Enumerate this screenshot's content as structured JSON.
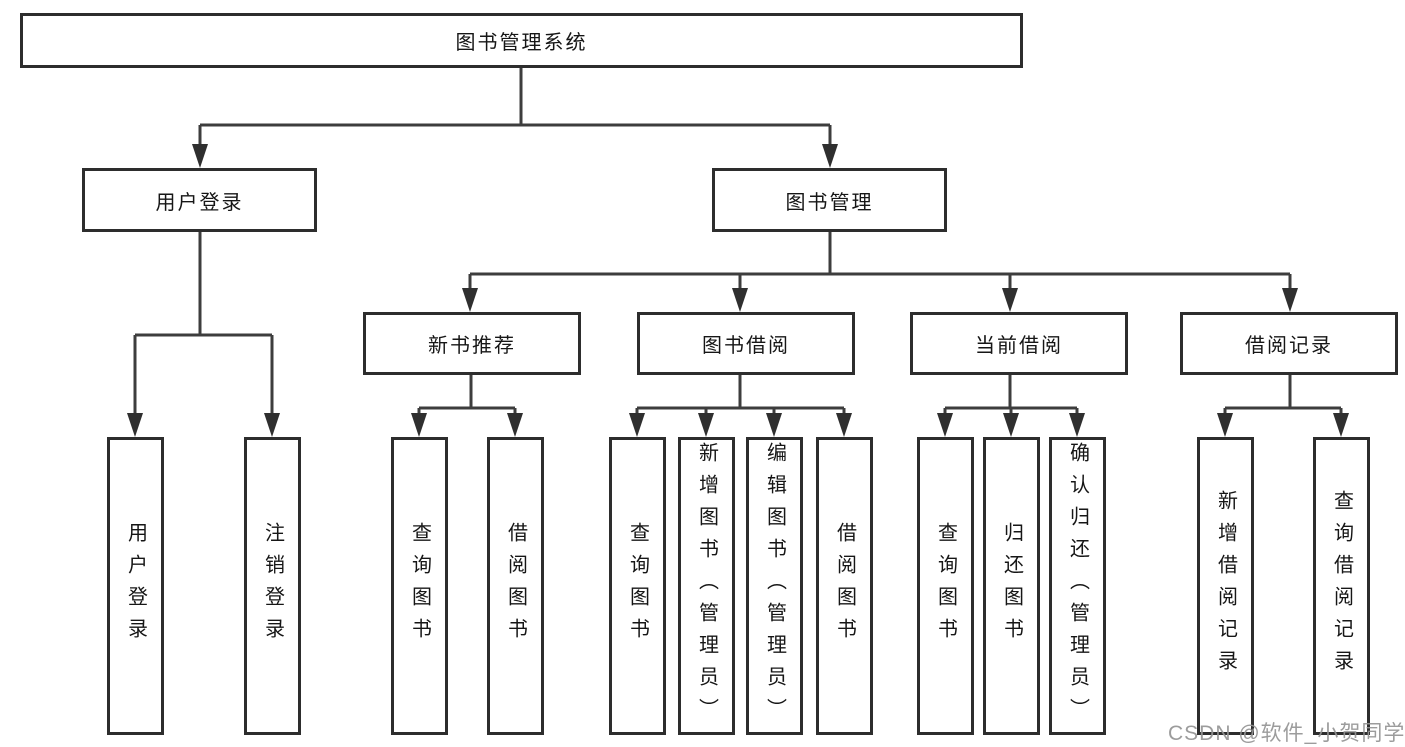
{
  "diagram": {
    "root": {
      "label": "图书管理系统"
    },
    "branches": [
      {
        "label": "用户登录",
        "children": [
          {
            "label": "用户登录"
          },
          {
            "label": "注销登录"
          }
        ]
      },
      {
        "label": "图书管理",
        "children": [
          {
            "label": "新书推荐",
            "children": [
              {
                "label": "查询图书"
              },
              {
                "label": "借阅图书"
              }
            ]
          },
          {
            "label": "图书借阅",
            "children": [
              {
                "label": "查询图书"
              },
              {
                "label": "新增图书（管理员）"
              },
              {
                "label": "编辑图书（管理员）"
              },
              {
                "label": "借阅图书"
              }
            ]
          },
          {
            "label": "当前借阅",
            "children": [
              {
                "label": "查询图书"
              },
              {
                "label": "归还图书"
              },
              {
                "label": "确认归还（管理员）"
              }
            ]
          },
          {
            "label": "借阅记录",
            "children": [
              {
                "label": "新增借阅记录"
              },
              {
                "label": "查询借阅记录"
              }
            ]
          }
        ]
      }
    ]
  },
  "watermark": {
    "text": "CSDN @软件_小贺同学"
  },
  "colors": {
    "line": "#3d3d3d",
    "border": "#2d2d2d",
    "text": "#161616",
    "watermark": "#949494",
    "background": "#ffffff"
  }
}
